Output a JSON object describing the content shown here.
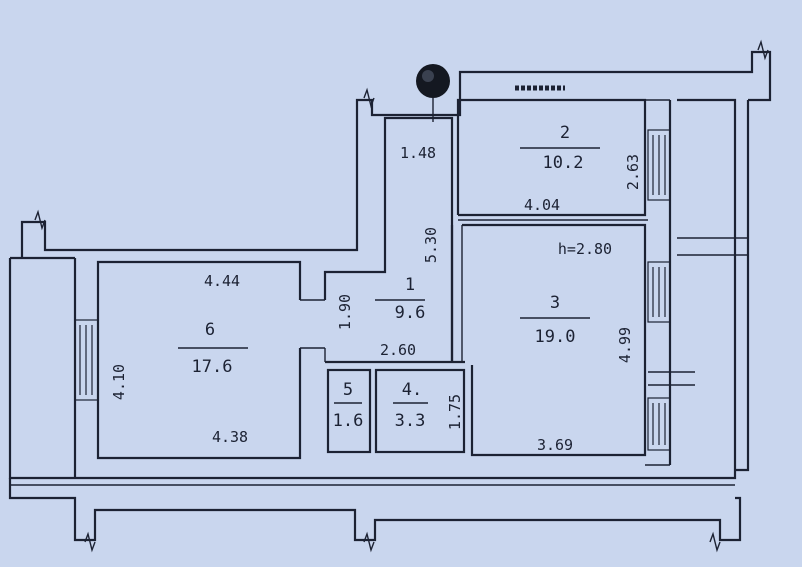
{
  "rooms": [
    {
      "number": "1",
      "area": "9.6"
    },
    {
      "number": "2",
      "area": "10.2"
    },
    {
      "number": "3",
      "area": "19.0"
    },
    {
      "number": "4.",
      "area": "3.3"
    },
    {
      "number": "5",
      "area": "1.6"
    },
    {
      "number": "6",
      "area": "17.6"
    }
  ],
  "dimensions": {
    "d_148": "1.48",
    "d_530": "5.30",
    "d_404": "4.04",
    "d_263": "2.63",
    "ceiling_height": "h=2.80",
    "d_444": "4.44",
    "d_190": "1.90",
    "d_260": "2.60",
    "d_499": "4.99",
    "d_410": "4.10",
    "d_438": "4.38",
    "d_175": "1.75",
    "d_369": "3.69"
  },
  "colors": {
    "paper": "#c9d6ee",
    "ink": "#1c2233"
  }
}
